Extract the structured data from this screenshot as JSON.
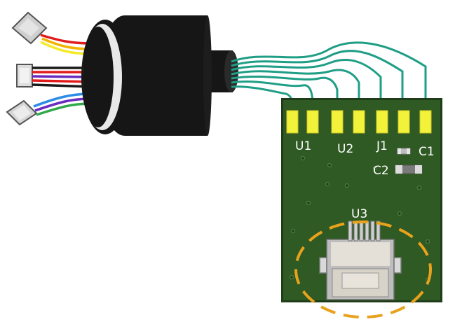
{
  "labels": {
    "u1": "U1",
    "u2": "U2",
    "j1": "J1",
    "c1": "C1",
    "c2": "C2",
    "u3": "U3"
  },
  "colors": {
    "pcb_green": "#2f5a24",
    "pcb_edge": "#1f3d18",
    "pad_yellow": "#f2f23a",
    "trace_teal": "#1f9e86",
    "cable_black": "#161616",
    "highlight_orange": "#e8a21c",
    "silkscreen": "#ffffff"
  },
  "wires": {
    "top_connector": [
      "#e21c1c",
      "#f2b400",
      "#f5ea2a"
    ],
    "middle_connector": [
      "#1a1a1a",
      "#e21c1c",
      "#6a2bbf",
      "#e21c1c",
      "#1a1a1a"
    ],
    "bottom_connector": [
      "#2c8ce6",
      "#6a2bbf",
      "#2fa84a"
    ]
  },
  "icons": {
    "cable": "round-cable-icon",
    "connectors": "jst-connector-icon",
    "fpc": "fpc-connector-icon"
  }
}
